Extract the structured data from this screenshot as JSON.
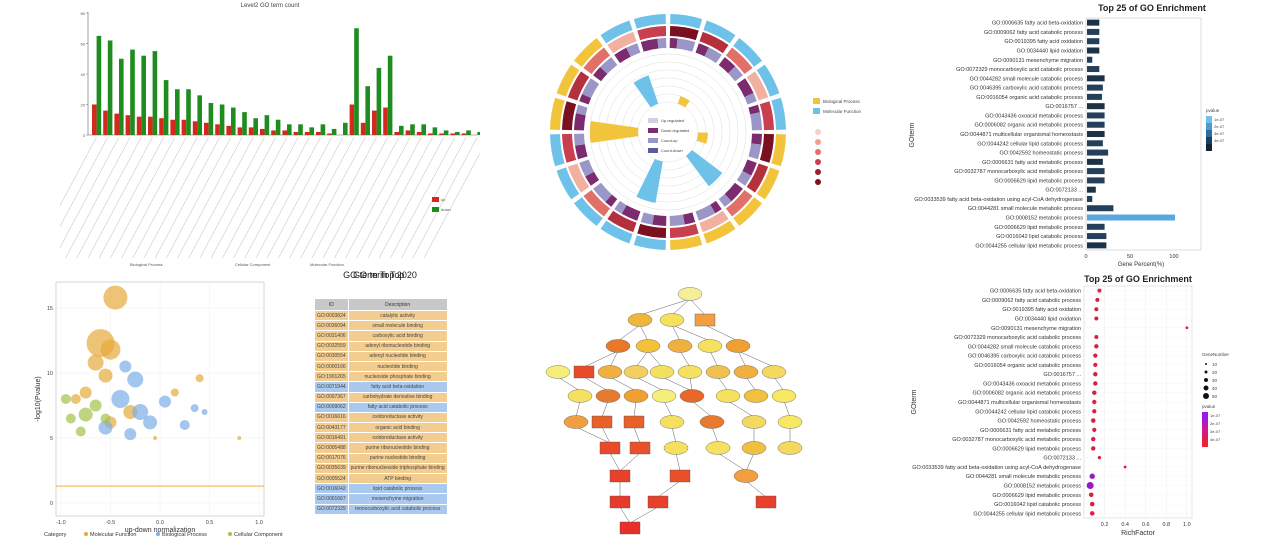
{
  "panel_a": {
    "title": "Level2 GO term count",
    "y_ticks": [
      "0",
      "20",
      "40",
      "60",
      "80"
    ],
    "groups": [
      "Biological Process",
      "Cellular Component",
      "Molecular Function"
    ],
    "legend": [
      "up",
      "down"
    ],
    "colors": {
      "up": "#d42a1e",
      "down": "#1f8c1f"
    }
  },
  "panel_b": {
    "legend_category": [
      "Biological Process",
      "Molecular Function"
    ],
    "legend_up_down": [
      "Up-regulated",
      "Down-regulated",
      "Count-up",
      "Count-down"
    ],
    "colors": {
      "bp": "#f2c43c",
      "mf": "#6ec2ea",
      "up": "#7b2b6e",
      "down": "#9b96c8"
    }
  },
  "panel_c": {
    "title": "Top 25 of GO Enrichment",
    "xlabel": "Gene Percent(%)",
    "ylabel": "GOterm",
    "x_ticks": [
      "0",
      "50",
      "100"
    ],
    "legend_title": "pvalue",
    "legend_ticks": [
      "1e-07",
      "2e-07",
      "3e-07",
      "4e-07"
    ]
  },
  "panel_d": {
    "title": "GO term Top 20",
    "xlabel": "up-down normalization",
    "ylabel": "-log10(Pvalue)",
    "x_ticks": [
      "-1.0",
      "-0.5",
      "0.0",
      "0.5",
      "1.0"
    ],
    "y_ticks": [
      "0",
      "5",
      "10",
      "15"
    ],
    "legend": {
      "category_label": "Category",
      "items": [
        "Molecular Function",
        "Biological Process",
        "Cellular Component"
      ]
    },
    "colors": {
      "mf": "#e6a93a",
      "bp": "#7aaee6",
      "cc": "#a3c24a"
    }
  },
  "panel_e": {
    "header": [
      "ID",
      "Description"
    ],
    "rows": [
      {
        "id": "GO:0003824",
        "desc": "catalytic activity",
        "cat": "mf"
      },
      {
        "id": "GO:0036094",
        "desc": "small molecule binding",
        "cat": "mf"
      },
      {
        "id": "GO:0031406",
        "desc": "carboxylic acid binding",
        "cat": "mf"
      },
      {
        "id": "GO:0032559",
        "desc": "adenyl ribonucleotide binding",
        "cat": "mf"
      },
      {
        "id": "GO:0030554",
        "desc": "adenyl nucleotide binding",
        "cat": "mf"
      },
      {
        "id": "GO:0000166",
        "desc": "nucleotide binding",
        "cat": "mf"
      },
      {
        "id": "GO:1901265",
        "desc": "nucleoside phosphate binding",
        "cat": "mf"
      },
      {
        "id": "GO:0071944",
        "desc": "fatty acid beta-oxidation",
        "cat": "bp"
      },
      {
        "id": "GO:0097367",
        "desc": "carbohydrate derivative binding",
        "cat": "mf"
      },
      {
        "id": "GO:0009062",
        "desc": "fatty acid catabolic process",
        "cat": "bp"
      },
      {
        "id": "GO:0016616",
        "desc": "oxidoreductase activity",
        "cat": "mf"
      },
      {
        "id": "GO:0043177",
        "desc": "organic acid binding",
        "cat": "mf"
      },
      {
        "id": "GO:0016491",
        "desc": "oxidoreductase activity",
        "cat": "mf"
      },
      {
        "id": "GO:0005488",
        "desc": "purine ribonucleotide binding",
        "cat": "mf"
      },
      {
        "id": "GO:0017076",
        "desc": "purine nucleotide binding",
        "cat": "mf"
      },
      {
        "id": "GO:0035639",
        "desc": "purine ribonucleoside triphosphate binding",
        "cat": "mf"
      },
      {
        "id": "GO:0005524",
        "desc": "ATP binding",
        "cat": "mf"
      },
      {
        "id": "GO:0016042",
        "desc": "lipid catabolic process",
        "cat": "bp"
      },
      {
        "id": "GO:0001667",
        "desc": "mesenchyme migration",
        "cat": "bp"
      },
      {
        "id": "GO:0072329",
        "desc": "monocarboxylic acid catabolic process",
        "cat": "bp"
      }
    ]
  },
  "panel_f": {
    "title": "Top 25 of GO Enrichment",
    "xlabel": "RichFactor",
    "ylabel": "GOterm",
    "x_ticks": [
      "0.2",
      "0.4",
      "0.6",
      "0.8",
      "1.0"
    ],
    "legend_count_title": "GeneNumber",
    "legend_count": [
      "10",
      "20",
      "30",
      "40",
      "50"
    ],
    "legend_p_title": "pvalue",
    "legend_p": [
      "1e-07",
      "2e-07",
      "3e-07",
      "4e-07"
    ]
  },
  "chart_data": [
    {
      "type": "bar",
      "title": "Level2 GO term count",
      "ylim": [
        0,
        80
      ],
      "series": [
        {
          "name": "up",
          "values": [
            20,
            16,
            14,
            13,
            12,
            12,
            11,
            10,
            10,
            9,
            8,
            7,
            6,
            5,
            5,
            4,
            3,
            3,
            2,
            2,
            2,
            1,
            0,
            20,
            8,
            16,
            18,
            2,
            3,
            2,
            1,
            1,
            1,
            1
          ]
        },
        {
          "name": "down",
          "values": [
            65,
            62,
            50,
            56,
            52,
            55,
            36,
            30,
            30,
            26,
            21,
            20,
            18,
            15,
            11,
            13,
            10,
            7,
            7,
            5,
            7,
            4,
            8,
            70,
            32,
            44,
            52,
            6,
            7,
            7,
            5,
            3,
            2,
            3,
            2,
            6
          ]
        }
      ]
    },
    {
      "type": "bar",
      "title": "Top 25 of GO Enrichment",
      "xlabel": "Gene Percent(%)",
      "ylabel": "GOterm",
      "categories": [
        "GO:0006635 fatty acid beta-oxidation",
        "GO:0009062 fatty acid catabolic process",
        "GO:0019395 fatty acid oxidation",
        "GO:0034440 lipid oxidation",
        "GO:0090131 mesenchyme migration",
        "GO:0072329 monocarboxylic acid catabolic process",
        "GO:0044282 small molecule catabolic process",
        "GO:0046395 carboxylic acid catabolic process",
        "GO:0016054 organic acid catabolic process",
        "GO:0016757 ...",
        "GO:0043436 oxoacid metabolic process",
        "GO:0006082 organic acid metabolic process",
        "GO:0044871 multicellular organismal homeostasis",
        "GO:0044242 cellular lipid catabolic process",
        "GO:0042592 homeostatic process",
        "GO:0006631 fatty acid metabolic process",
        "GO:0032787 monocarboxylic acid metabolic process",
        "GO:0006629 lipid metabolic process",
        "GO:0072133 ...",
        "GO:0033539 fatty acid beta-oxidation using acyl-CoA dehydrogenase",
        "GO:0044281 small molecule metabolic process",
        "GO:0008152 metabolic process",
        "GO:0006629 lipid metabolic process",
        "GO:0016042 lipid catabolic process",
        "GO:0044255 cellular lipid metabolic process"
      ],
      "values": [
        14,
        14,
        14,
        14,
        6,
        14,
        20,
        18,
        17,
        20,
        20,
        20,
        20,
        18,
        24,
        18,
        20,
        20,
        10,
        6,
        30,
        100,
        20,
        22,
        22
      ],
      "xlim": [
        0,
        125
      ]
    },
    {
      "type": "scatter",
      "title": "GO term Top 20",
      "xlabel": "up-down normalization",
      "ylabel": "-log10(Pvalue)",
      "xlim": [
        -1.05,
        1.05
      ],
      "ylim": [
        -1,
        17
      ],
      "hline": 1.3,
      "series": [
        {
          "name": "Molecular Function",
          "points": [
            [
              -0.45,
              15.8,
              12
            ],
            [
              -0.6,
              12.3,
              14
            ],
            [
              -0.5,
              11.8,
              10
            ],
            [
              -0.65,
              10.8,
              8
            ],
            [
              -0.55,
              9.8,
              7
            ],
            [
              -0.75,
              8.5,
              6
            ],
            [
              -0.85,
              8.0,
              5
            ],
            [
              -0.3,
              7.0,
              7
            ],
            [
              0.15,
              8.5,
              4
            ],
            [
              0.4,
              9.6,
              4
            ],
            [
              -0.5,
              6.2,
              6
            ],
            [
              0.8,
              5.0,
              2
            ],
            [
              -0.05,
              5.0,
              2
            ]
          ]
        },
        {
          "name": "Biological Process",
          "points": [
            [
              -0.35,
              10.5,
              6
            ],
            [
              -0.25,
              9.5,
              8
            ],
            [
              -0.4,
              8.0,
              9
            ],
            [
              -0.2,
              7.0,
              8
            ],
            [
              -0.1,
              6.2,
              7
            ],
            [
              0.05,
              7.8,
              6
            ],
            [
              0.25,
              6.0,
              5
            ],
            [
              -0.55,
              5.8,
              7
            ],
            [
              -0.3,
              5.3,
              6
            ],
            [
              0.35,
              7.3,
              4
            ],
            [
              0.45,
              7.0,
              3
            ]
          ]
        },
        {
          "name": "Cellular Component",
          "points": [
            [
              -0.95,
              8.0,
              5
            ],
            [
              -0.9,
              6.5,
              5
            ],
            [
              -0.75,
              6.8,
              7
            ],
            [
              -0.65,
              7.5,
              6
            ],
            [
              -0.8,
              5.5,
              5
            ],
            [
              -0.55,
              6.5,
              5
            ]
          ]
        }
      ]
    },
    {
      "type": "scatter",
      "title": "Top 25 of GO Enrichment",
      "xlabel": "RichFactor",
      "ylabel": "GOterm",
      "xlim": [
        0.0,
        1.05
      ],
      "categories": [
        "GO:0006635 fatty acid beta-oxidation",
        "GO:0009062 fatty acid catabolic process",
        "GO:0019395 fatty acid oxidation",
        "GO:0034440 lipid oxidation",
        "GO:0090131 mesenchyme migration",
        "GO:0072329 monocarboxylic acid catabolic process",
        "GO:0044282 small molecule catabolic process",
        "GO:0046395 carboxylic acid catabolic process",
        "GO:0016054 organic acid catabolic process",
        "GO:0016757 ...",
        "GO:0043436 oxoacid metabolic process",
        "GO:0006082 organic acid metabolic process",
        "GO:0044871 multicellular organismal homeostasis",
        "GO:0044242 cellular lipid catabolic process",
        "GO:0042592 homeostatic process",
        "GO:0006631 fatty acid metabolic process",
        "GO:0032787 monocarboxylic acid metabolic process",
        "GO:0006629 lipid metabolic process",
        "GO:0072133 ...",
        "GO:0033539 fatty acid beta-oxidation using acyl-CoA dehydrogenase",
        "GO:0044281 small molecule metabolic process",
        "GO:0008152 metabolic process",
        "GO:0006629 lipid metabolic process",
        "GO:0016042 lipid catabolic process",
        "GO:0044255 cellular lipid metabolic process"
      ],
      "values": [
        0.15,
        0.13,
        0.12,
        0.12,
        1.0,
        0.12,
        0.12,
        0.11,
        0.11,
        0.11,
        0.11,
        0.1,
        0.1,
        0.1,
        0.09,
        0.1,
        0.09,
        0.09,
        0.15,
        0.4,
        0.08,
        0.06,
        0.07,
        0.08,
        0.08
      ],
      "sizes": [
        12,
        12,
        12,
        12,
        3,
        12,
        16,
        14,
        14,
        16,
        16,
        16,
        16,
        14,
        18,
        14,
        16,
        16,
        6,
        3,
        30,
        60,
        18,
        18,
        18
      ]
    }
  ]
}
